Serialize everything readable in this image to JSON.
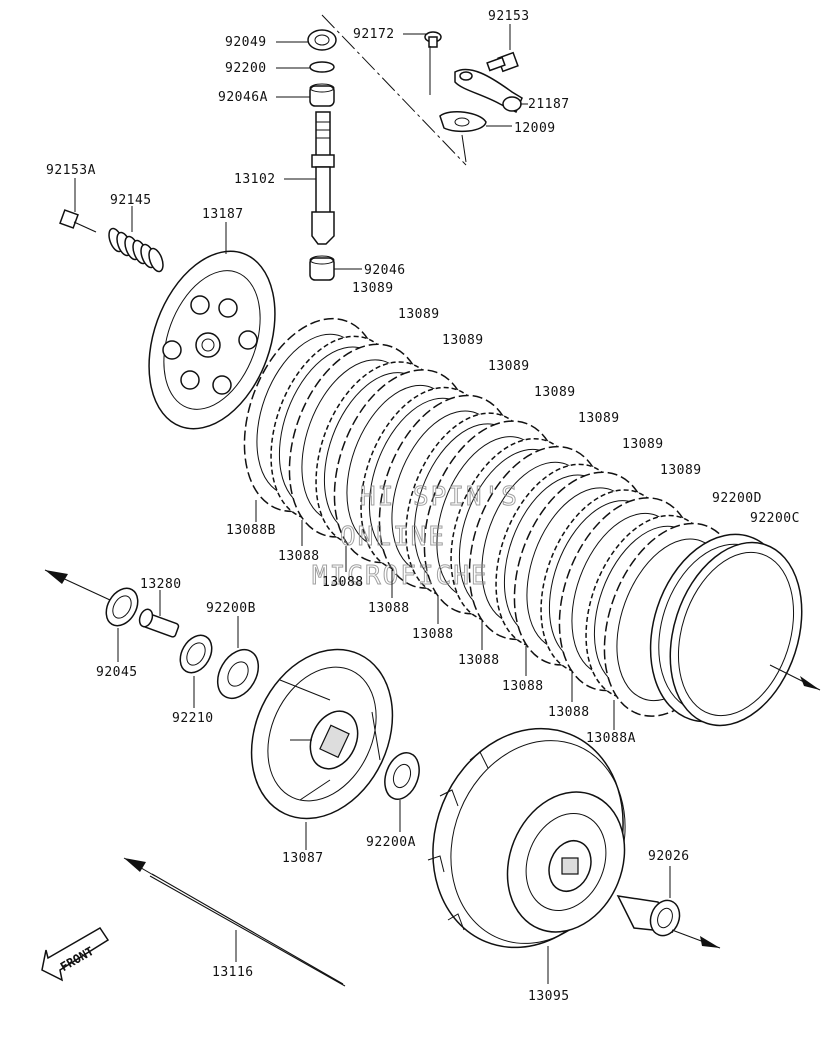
{
  "labels": {
    "l92153": "92153",
    "l92049": "92049",
    "l92172": "92172",
    "l92200": "92200",
    "l92046A": "92046A",
    "l21187": "21187",
    "l12009": "12009",
    "l13102": "13102",
    "l92153A": "92153A",
    "l92145": "92145",
    "l13187": "13187",
    "l92046": "92046",
    "l13089_1": "13089",
    "l13089_2": "13089",
    "l13089_3": "13089",
    "l13089_4": "13089",
    "l13089_5": "13089",
    "l13089_6": "13089",
    "l13089_7": "13089",
    "l13089_8": "13089",
    "l92200D": "92200D",
    "l92200C": "92200C",
    "l13088B": "13088B",
    "l13088_1": "13088",
    "l13088_2": "13088",
    "l13088_3": "13088",
    "l13088_4": "13088",
    "l13088_5": "13088",
    "l13088_6": "13088",
    "l13088_7": "13088",
    "l13088A": "13088A",
    "l13280": "13280",
    "l92200B": "92200B",
    "l92045": "92045",
    "l92210": "92210",
    "l13087": "13087",
    "l92200A": "92200A",
    "l92026": "92026",
    "l13116": "13116",
    "l13095": "13095"
  },
  "front_badge": "FRONT",
  "watermark": {
    "line1": "HI SPIN'S",
    "line2": "ONLINE",
    "line3": "MICROFICHE"
  }
}
